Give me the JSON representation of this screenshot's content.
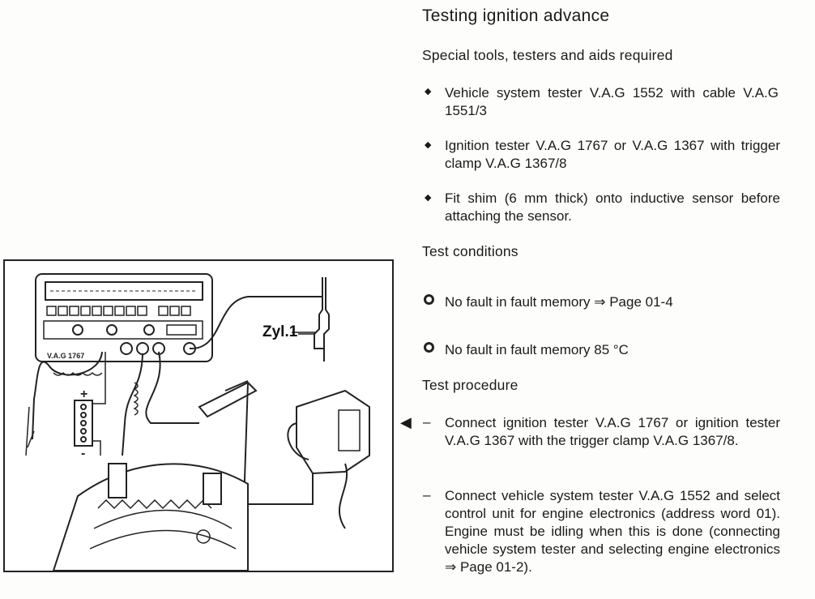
{
  "title": "Testing ignition advance",
  "tools": {
    "heading": "Special tools, testers and aids required",
    "items": [
      "Vehicle system tester V.A.G 1552 with cable V.A.G 1551/3",
      "Ignition tester V.A.G 1767 or V.A.G 1367 with trigger clamp V.A.G 1367/8",
      "Fit shim (6 mm thick) onto inductive sensor before attaching the sensor."
    ]
  },
  "conditions": {
    "heading": "Test conditions",
    "items": [
      "No fault in fault memory ⇒ Page 01-4",
      "No fault in fault memory 85 °C"
    ]
  },
  "procedure": {
    "heading": "Test procedure",
    "steps": [
      "Connect ignition tester V.A.G 1767 or ignition tester V.A.G 1367 with the trigger clamp V.A.G 1367/8.",
      "Connect vehicle system tester V.A.G 1552 and select control unit for engine electronics (address word 01). Engine must be idling when this is done (connecting vehicle system tester and selecting engine electronics ⇒ Page 01-2)."
    ]
  },
  "figure": {
    "cylinder_label": "Zyl.1",
    "tester_label": "V.A.G 1767",
    "battery_plus": "+",
    "battery_minus": "-"
  },
  "icons": {
    "bullet": "diamond-bullet-icon",
    "condition": "circle-bullet-icon",
    "pointer": "pointer-arrow-icon"
  }
}
